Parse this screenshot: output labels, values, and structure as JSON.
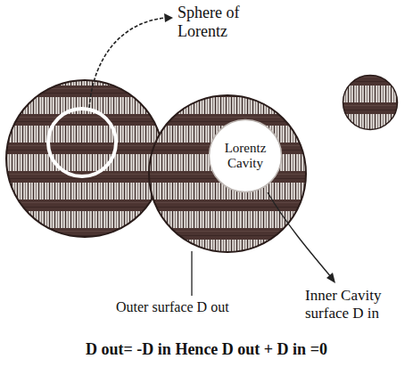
{
  "diagram": {
    "nodes": [
      {
        "text": [
          "Sphere of Lorentz"
        ]
      },
      {
        "text": [
          "Lorentz Cavity"
        ]
      }
    ],
    "labels": [
      "Outer surface D out",
      "Inner Cavity surface D in",
      "D out= -D in Hence D out + D in =0"
    ]
  }
}
